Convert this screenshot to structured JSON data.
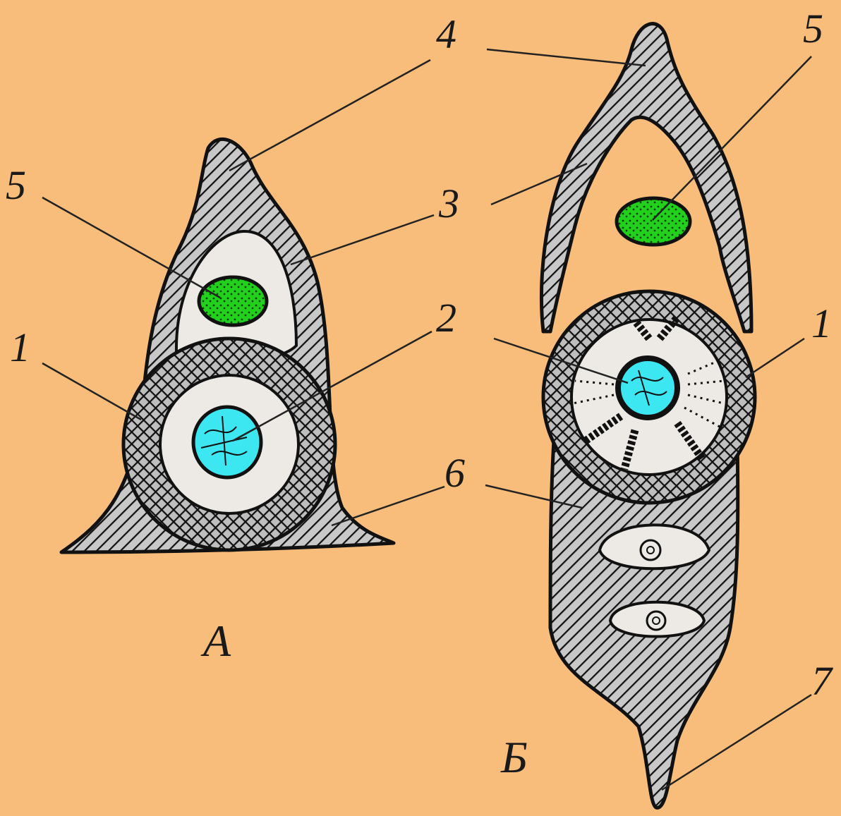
{
  "colors": {
    "background": "#F8BD7A",
    "cell_gray": "#C8C8C8",
    "vacuole": "#EDEAE5",
    "nucleus_cyan": "#3DE7F2",
    "body_green": "#22D11C"
  },
  "figure_a": {
    "title": "А",
    "callouts": [
      "1",
      "2",
      "3",
      "4",
      "5",
      "6"
    ]
  },
  "figure_b": {
    "title": "Б",
    "callouts": [
      "1",
      "2",
      "3",
      "4",
      "5",
      "6",
      "7"
    ]
  }
}
